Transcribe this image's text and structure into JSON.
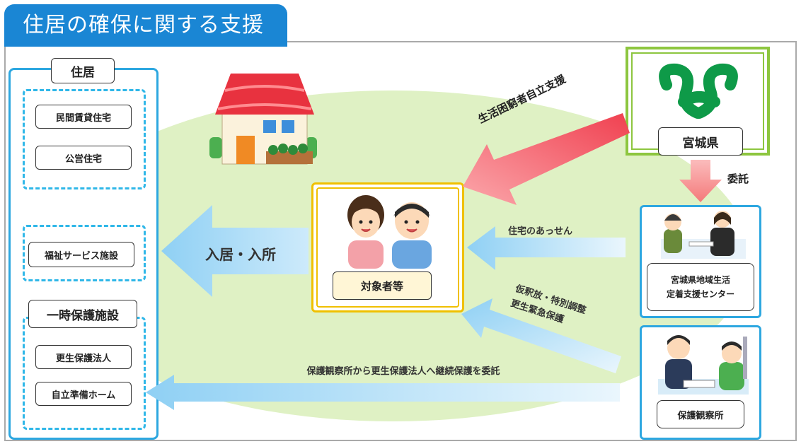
{
  "title": "住居の確保に関する支援",
  "left_panel": {
    "header": "住居",
    "housing": [
      "民間賃貸住宅",
      "公営住宅"
    ],
    "welfare": "福祉サービス施設",
    "temp_header": "一時保護施設",
    "temp_items": [
      "更生保護法人",
      "自立準備ホーム"
    ]
  },
  "center": {
    "label": "対象者等",
    "move_in": "入居・入所"
  },
  "prefecture": {
    "label": "宮城県",
    "entrust": "委託"
  },
  "support_arrow": "生活困窮者自立支援",
  "center_office": {
    "line1": "宮城県地域生活",
    "line2": "定着支援センター"
  },
  "probation_office": "保護観察所",
  "arrows": {
    "housing_mediation": "住宅のあっせん",
    "parole_line1": "仮釈放・特別調整",
    "parole_line2": "更生緊急保護",
    "bottom": "保護観察所から更生保護法人へ継続保護を委託"
  },
  "colors": {
    "title_blue": "#1a86d4",
    "panel_blue": "#2da7e0",
    "ellipse_green": "#dff1c4",
    "pref_green": "#8dc63f",
    "red_arrow": "#f4797a",
    "gold": "#f0c000"
  }
}
